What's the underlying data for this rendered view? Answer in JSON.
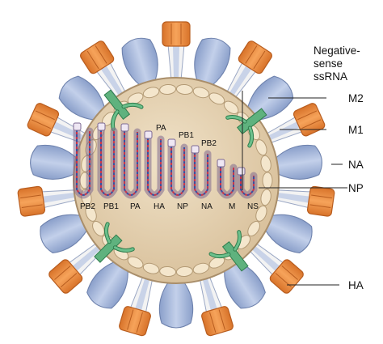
{
  "diagram": {
    "labels": {
      "ssrna_line1": "Negative-",
      "ssrna_line2": "sense",
      "ssrna_line3": "ssRNA",
      "m2": "M2",
      "m1": "M1",
      "na": "NA",
      "np": "NP",
      "ha": "HA"
    },
    "segments": [
      "PB2",
      "PB1",
      "PA",
      "HA",
      "NP",
      "NA",
      "M",
      "NS"
    ],
    "polymerase_labels": [
      "PA",
      "PB1",
      "PB2"
    ],
    "colors": {
      "envelope": "#e3ceae",
      "envelope_edge": "#a98e6a",
      "lipid_cell": "#f4e6cc",
      "ha_spike": "#ee8f3a",
      "na_spike": "#a4b6d8",
      "m2_channel": "#5fb27e",
      "rna_blue": "#3a4fa0",
      "rna_red": "#c8344a"
    }
  }
}
